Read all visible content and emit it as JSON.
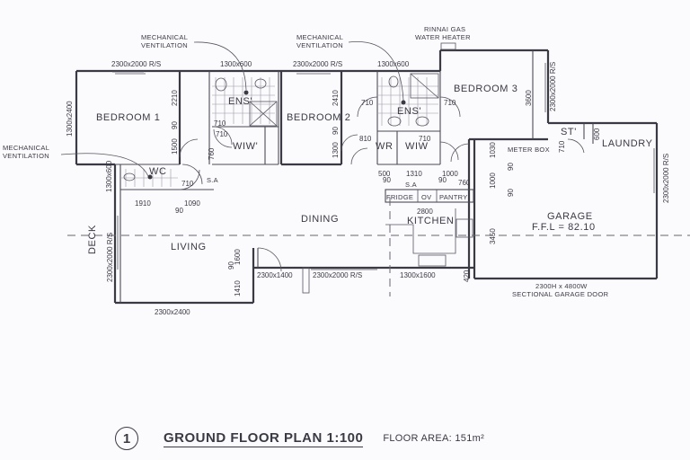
{
  "plan": {
    "number": "1",
    "title": "GROUND FLOOR PLAN  1:100",
    "floor_area": "FLOOR AREA: 151m²"
  },
  "rooms": {
    "bedroom1": "BEDROOM 1",
    "bedroom2": "BEDROOM 2",
    "bedroom3": "BEDROOM 3",
    "ens1": "ENS'",
    "ens2": "ENS'",
    "wiw1": "WIW'",
    "wiw2": "WIW",
    "wr": "WR",
    "wc": "WC",
    "dining": "DINING",
    "living": "LIVING",
    "kitchen": "KITCHEN",
    "garage": "GARAGE",
    "garage_ffl": "F.F.L = 82.10",
    "laundry": "LAUNDRY",
    "store": "ST'",
    "meter_box": "METER BOX",
    "deck": "DECK",
    "fridge": "FRIDGE",
    "oven": "OV",
    "pantry": "PANTRY",
    "smoke_alarm_1": "S.A",
    "smoke_alarm_2": "S.A"
  },
  "notes": {
    "mech_vent_1_l1": "MECHANICAL",
    "mech_vent_1_l2": "VENTILATION",
    "mech_vent_2_l1": "MECHANICAL",
    "mech_vent_2_l2": "VENTILATION",
    "mech_vent_3_l1": "MECHANICAL",
    "mech_vent_3_l2": "VENTILATION",
    "water_heater_l1": "RINNAI GAS",
    "water_heater_l2": "WATER HEATER",
    "garage_door_l1": "2300H x 4800W",
    "garage_door_l2": "SECTIONAL GARAGE DOOR"
  },
  "dimensions": {
    "bed1_window": "2300x2000 R/S",
    "ens1_window": "1300x600",
    "bed2_window": "2300x2000 R/S",
    "ens2_window": "1300x600",
    "bed1_side_window": "1300x2400",
    "bed1_d1": "2210",
    "bed1_d2": "90",
    "bed1_d3": "1500",
    "bed2_d1": "2410",
    "bed2_d2": "90",
    "bed2_d3": "1300",
    "bed3_d1": "3600",
    "bed3_window": "2300x2000 R/S",
    "wc_window": "1300x600",
    "door_710_a": "710",
    "door_710_b": "710",
    "door_710_c": "710",
    "door_710_d": "710",
    "door_710_e": "710",
    "door_710_f": "710",
    "door_710_g": "710",
    "door_760_a": "760",
    "door_760_b": "760",
    "door_810": "810",
    "hall_1910": "1910",
    "hall_90": "90",
    "hall_1090": "1090",
    "hall_500": "500",
    "hall_90b": "90",
    "hall_1310": "1310",
    "hall_90c": "90",
    "hall_1000": "1000",
    "kitchen_2800": "2800",
    "deck_window": "2300x2000 R/S",
    "living_window": "2300x2400",
    "living_d1": "1600",
    "living_d2": "90",
    "living_d3": "1410",
    "front_window": "2300x1400",
    "slider": "2300x2000 R/S",
    "kitchen_window": "1300x1600",
    "kitchen_d": "420",
    "garage_d1": "1030",
    "garage_d2": "90",
    "garage_d3": "1000",
    "garage_d4": "90",
    "garage_d5": "3450",
    "garage_window": "2300x2000 R/S",
    "laundry_door": "600"
  }
}
